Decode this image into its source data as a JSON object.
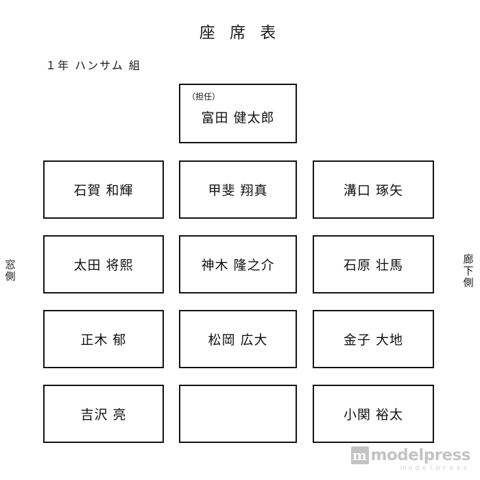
{
  "title": "座 席 表",
  "class_label": "１年 ハンサム 組",
  "side_labels": {
    "left": "窓側",
    "right": "廊下側"
  },
  "teacher_seat": {
    "role": "（担任）",
    "name": "富田 健太郎"
  },
  "seats": [
    {
      "name": "石賀 和輝",
      "empty": false
    },
    {
      "name": "甲斐 翔真",
      "empty": false
    },
    {
      "name": "溝口 琢矢",
      "empty": false
    },
    {
      "name": "太田 将熙",
      "empty": false
    },
    {
      "name": "神木 隆之介",
      "empty": false
    },
    {
      "name": "石原 壮馬",
      "empty": false
    },
    {
      "name": "正木 郁",
      "empty": false
    },
    {
      "name": "松岡 広大",
      "empty": false
    },
    {
      "name": "金子 大地",
      "empty": false
    },
    {
      "name": "吉沢 亮",
      "empty": false
    },
    {
      "name": "",
      "empty": true
    },
    {
      "name": "小関 裕太",
      "empty": false
    }
  ],
  "watermark": {
    "mark": "m",
    "text": "modelpress",
    "sub": "ｍｏｄｅｌｐｒｅｓｓ"
  }
}
